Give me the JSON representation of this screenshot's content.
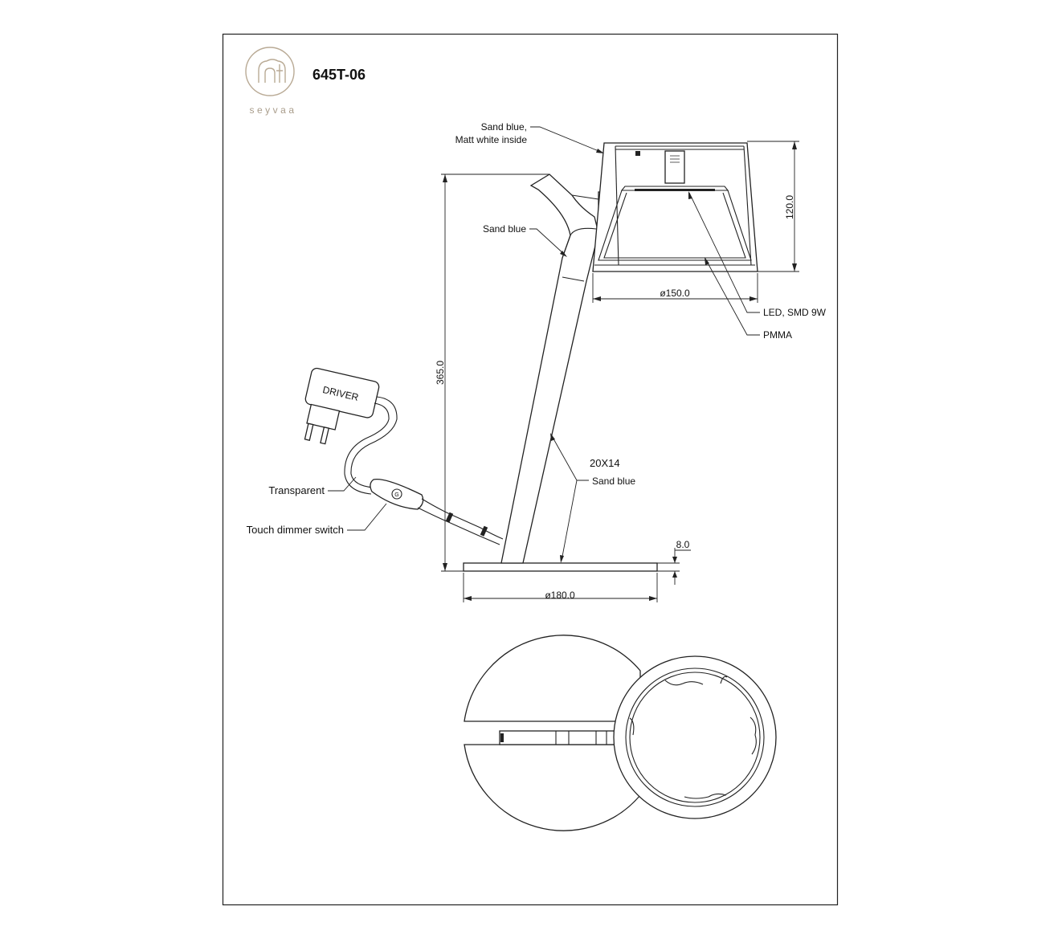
{
  "brand": {
    "name": "seyvaa"
  },
  "model": "645T-06",
  "callouts": {
    "shade_color_line1": "Sand blue,",
    "shade_color_line2": "Matt white inside",
    "arm_color": "Sand blue",
    "led": "LED, SMD 9W",
    "diffuser": "PMMA",
    "tube_size": "20X14",
    "tube_color": "Sand blue",
    "cable": "Transparent",
    "switch": "Touch dimmer switch",
    "driver": "DRIVER"
  },
  "dimensions": {
    "shade_height": "120.0",
    "shade_diameter": "ø150.0",
    "total_height": "365.0",
    "base_thickness": "8.0",
    "base_diameter": "ø180.0"
  }
}
